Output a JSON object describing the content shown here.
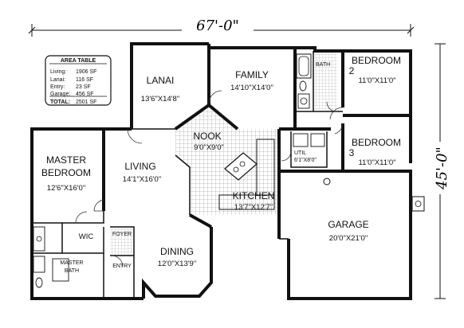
{
  "dimensions": {
    "width_label": "67'-0\"",
    "depth_label": "45'-0\""
  },
  "area_table": {
    "title": "AREA TABLE",
    "rows": [
      {
        "label": "Living:",
        "value": "1906 SF"
      },
      {
        "label": "Lanai:",
        "value": "116 SF"
      },
      {
        "label": "Entry:",
        "value": "23 SF"
      },
      {
        "label": "Garage:",
        "value": "456 SF"
      }
    ],
    "total_label": "TOTAL:",
    "total_value": "2501 SF"
  },
  "rooms": {
    "lanai": {
      "name": "LANAI",
      "size": "13'6\"X14'8\""
    },
    "family": {
      "name": "FAMILY",
      "size": "14'10\"X14'0\""
    },
    "bath": {
      "name": "BATH"
    },
    "bedroom2": {
      "name": "BEDROOM",
      "number": "2",
      "size": "11'0\"X11'0\""
    },
    "bedroom3": {
      "name": "BEDROOM",
      "number": "3",
      "size": "11'0\"X11'0\""
    },
    "nook": {
      "name": "NOOK",
      "size": "9'0\"X9'0\""
    },
    "util": {
      "name": "UTIL",
      "size": "6'1\"X8'0\""
    },
    "master_bedroom": {
      "name_line1": "MASTER",
      "name_line2": "BEDROOM",
      "size": "12'6\"X16'0\""
    },
    "living": {
      "name": "LIVING",
      "size": "14'1\"X16'0\""
    },
    "kitchen": {
      "name": "KITCHEN",
      "size": "13'7\"X12'7\""
    },
    "garage": {
      "name": "GARAGE",
      "size": "20'0\"X21'0\""
    },
    "wic": {
      "name": "WIC"
    },
    "foyer": {
      "name": "FOYER"
    },
    "entry": {
      "name": "ENTRY"
    },
    "dining": {
      "name": "DINING",
      "size": "12'0\"X13'9\""
    },
    "master_bath": {
      "name_line1": "MASTER",
      "name_line2": "BATH"
    }
  }
}
